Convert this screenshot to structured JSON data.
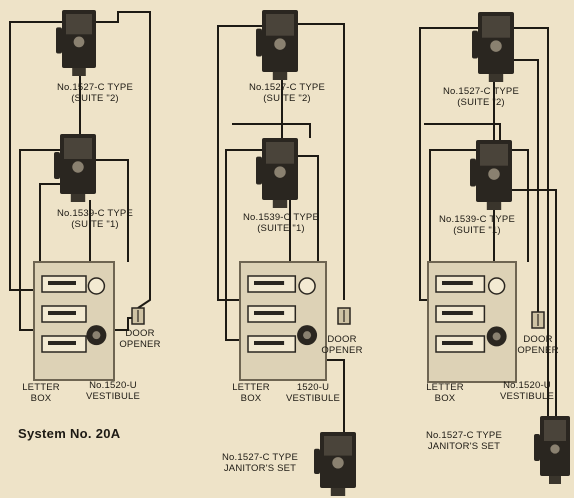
{
  "diagram": {
    "caption": "System No. 20A",
    "systems": [
      {
        "suite2_label": "No.1527-C TYPE\n(SUITE \"2)",
        "suite1_label": "No.1539-C TYPE\n(SUITE \"1)",
        "door_opener_label": "DOOR\nOPENER",
        "letter_box_label": "LETTER\nBOX",
        "vestibule_label": "No.1520-U\nVESTIBULE"
      },
      {
        "suite2_label": "No.1527-C TYPE\n(SUITE \"2)",
        "suite1_label": "No.1539-C TYPE\n(SUITE \"1)",
        "door_opener_label": "DOOR\nOPENER",
        "letter_box_label": "LETTER\nBOX",
        "vestibule_label": "1520-U\nVESTIBULE",
        "janitor_label": "No.1527-C TYPE\nJANITOR'S SET"
      },
      {
        "suite2_label": "No.1527-C TYPE\n(SUITE \"2)",
        "suite1_label": "No.1539-C TYPE\n(SUITE \"1)",
        "door_opener_label": "DOOR\nOPENER",
        "letter_box_label": "LETTER\nBOX",
        "vestibule_label": "No.1520-U\nVESTIBULE",
        "janitor_label": "No.1527-C TYPE\nJANITOR'S SET"
      }
    ]
  },
  "colors": {
    "paper": "#eee3c8",
    "ink": "#1d1a14",
    "panel": "#ddd2b6",
    "phone": "#2a2620"
  }
}
